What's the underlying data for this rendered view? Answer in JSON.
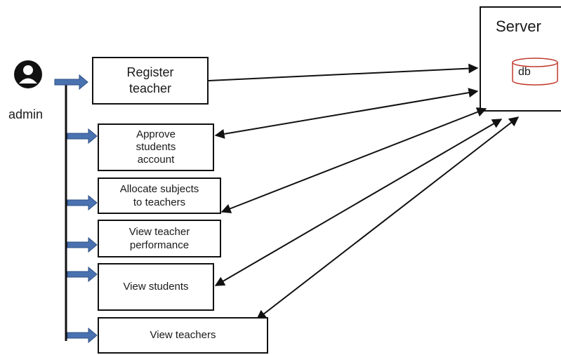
{
  "actor": {
    "label": "admin",
    "icon": "user-icon"
  },
  "server": {
    "label": "Server",
    "db_label": "db",
    "db_color": "#c0392b"
  },
  "functions": [
    {
      "id": "register-teacher",
      "label": "Register\nteacher"
    },
    {
      "id": "approve-students-account",
      "label": "Approve\nstudents\naccount"
    },
    {
      "id": "allocate-subjects",
      "label": "Allocate subjects\nto teachers"
    },
    {
      "id": "view-teacher-performance",
      "label": "View teacher\nperformance"
    },
    {
      "id": "view-students",
      "label": "View students"
    },
    {
      "id": "view-teachers",
      "label": "View teachers"
    }
  ],
  "colors": {
    "flow_arrow": "#4a72b0",
    "line": "#111111"
  }
}
